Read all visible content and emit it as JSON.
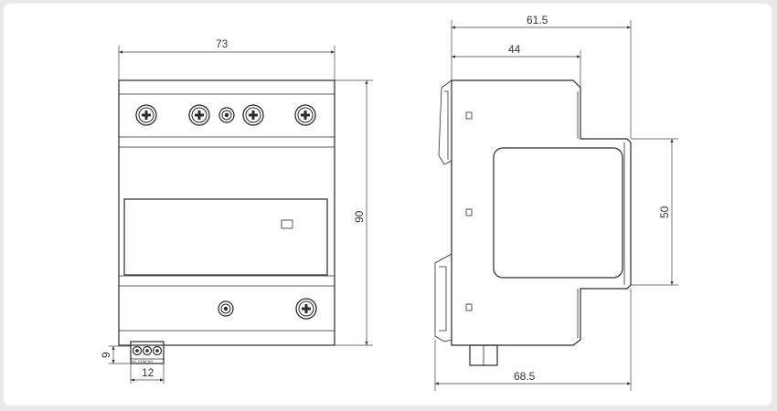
{
  "front_view": {
    "width_dim": "73",
    "height_dim": "90",
    "terminal_pitch_dim": "12",
    "terminal_height_dim": "9",
    "terminal_labels": "NC COM NO"
  },
  "side_view": {
    "overall_depth_dim": "61.5",
    "inner_depth_dim": "44",
    "window_height_dim": "50",
    "base_depth_dim": "68.5"
  }
}
